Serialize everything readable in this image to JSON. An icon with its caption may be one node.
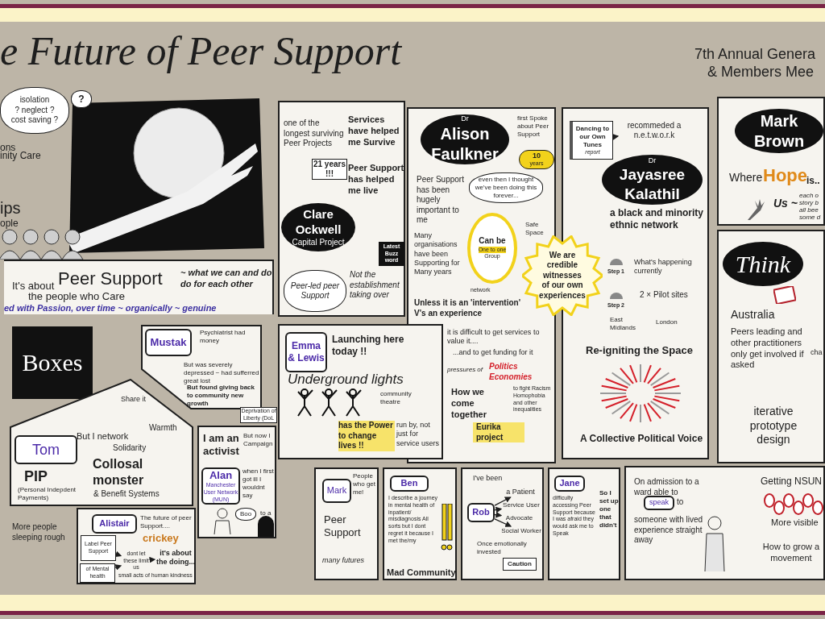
{
  "diagram": {
    "title": "e Future of Peer Support",
    "nodes": [
      {
        "text": [
          "isolation",
          "? neglect ?",
          "cost saving ?"
        ]
      },
      {
        "text": [
          "?"
        ]
      },
      {
        "text": [
          "It's about",
          "Peer Support",
          "~ what we can and do do for each other",
          "the people who Care",
          "ed with Passion, over time ~ organically ~ genuine"
        ]
      },
      {
        "text": [
          "one of the longest surviving Peer Projects",
          "Services have helped me Survive",
          "Peer Support has helped me live",
          "Not the establishment taking over"
        ]
      },
      {
        "text": [
          "21 years !!!"
        ],
        "in": 3
      },
      {
        "text": [
          "Clare Ockwell",
          "Capital Project"
        ],
        "in": 3
      },
      {
        "text": [
          "Latest Buzz word"
        ],
        "in": 3
      },
      {
        "text": [
          "Peer-led peer Support"
        ],
        "in": 3
      },
      {
        "text": [
          "Peer Support has been hugely important to me",
          "first Spoke about Peer Support",
          "Many organisations have been Supporting for Many years",
          "Safe Space",
          "network",
          "Unless it is an 'intervention' V's an experience",
          "it is difficult to get services to value it....",
          "...and to get funding for it",
          "pressures of",
          "Politics Economies",
          "How we come together",
          "to fight Racism Homophobia and other inequalities",
          "Eurika project"
        ]
      },
      {
        "text": [
          "Dr",
          "Alison Faulkner"
        ],
        "in": 8
      },
      {
        "text": [
          "10",
          "years"
        ],
        "in": 8
      },
      {
        "text": [
          "even then I thought we've been doing this forever..."
        ],
        "in": 8
      },
      {
        "text": [
          "Can be",
          "One to one",
          "Group"
        ],
        "in": 8
      },
      {
        "text": [
          "We are credible witnesses of our own experiences"
        ]
      },
      {
        "text": [
          "a black and minority ethnic network",
          "Step 1",
          "What's happening currently",
          "Step 2",
          "2 × Pilot sites",
          "East Midlands",
          "London",
          "Re-igniting the Space",
          "A Collective Political Voice"
        ]
      },
      {
        "text": [
          "Dancing to our Own Tunes",
          "report"
        ],
        "in": 14
      },
      {
        "text": [
          "recommeded a n.e.t.w.o.r.k"
        ],
        "in": 14
      },
      {
        "text": [
          "Dr",
          "Jayasree Kalathil"
        ],
        "in": 14
      },
      {
        "text": [
          "Where",
          "Hope",
          "is..",
          "Us ~",
          "each o story b all bee some d"
        ]
      },
      {
        "text": [
          "Mark Brown"
        ],
        "in": 18
      },
      {
        "text": [
          "Australia",
          "Peers leading and other practitioners only get involved if asked",
          "cha",
          "iterative prototype design"
        ]
      },
      {
        "text": [
          "Think"
        ],
        "in": 20
      },
      {
        "text": [
          "Boxes"
        ]
      },
      {
        "text": [
          "Psychiatrist had money",
          "But was severely depressed ~ had sufferred great lost",
          "But found giving back to community new growth"
        ]
      },
      {
        "text": [
          "Mustak"
        ],
        "in": 23
      },
      {
        "text": [
          "But I network",
          "Share it",
          "Warmth",
          "Solidarity",
          "Collosal monster",
          "PIP",
          "& Benefit Systems",
          "(Personal Indepdent Payments)"
        ]
      },
      {
        "text": [
          "Tom"
        ],
        "in": 25
      },
      {
        "text": [
          "Launching here today !!",
          "Underground lights",
          "community theatre",
          "has the Power to change lives !!",
          "run by, not just for service users"
        ]
      },
      {
        "text": [
          "Emma & Lewis"
        ],
        "in": 27
      },
      {
        "text": [
          "Deprivation of Liberty (DoL"
        ]
      },
      {
        "text": [
          "I am an activist",
          "But now I Campaign",
          "when I first got ill I wouldnt say",
          "to a"
        ]
      },
      {
        "text": [
          "Alan",
          "Manchester User Network (MUN)"
        ],
        "in": 30
      },
      {
        "text": [
          "Boo"
        ],
        "in": 30
      },
      {
        "text": [
          "The future of peer Support....",
          "crickey",
          "small acts of human kindness"
        ]
      },
      {
        "text": [
          "Alistair"
        ],
        "in": 33
      },
      {
        "text": [
          "Label Peer Support"
        ],
        "in": 33
      },
      {
        "text": [
          "of Mental health"
        ],
        "in": 33
      },
      {
        "text": [
          "dont let these limit us"
        ],
        "in": 33
      },
      {
        "text": [
          "it's about the doing..."
        ],
        "in": 33
      },
      {
        "text": [
          "People who get me!",
          "Peer Support",
          "many futures"
        ]
      },
      {
        "text": [
          "Mark"
        ],
        "in": 39
      },
      {
        "text": [
          "I describe a journey in mental health of inpatient/ misdiagnosis All sorts but I dont regret it because I met the/my",
          "Mad Community"
        ]
      },
      {
        "text": [
          "Ben"
        ],
        "in": 41
      },
      {
        "text": [
          "I've been",
          "Once emotionally invested"
        ]
      },
      {
        "text": [
          "Rob"
        ],
        "in": 43
      },
      {
        "text": [
          "a Patient"
        ],
        "in": 43
      },
      {
        "text": [
          "Service User"
        ],
        "in": 43
      },
      {
        "text": [
          "Advocate"
        ],
        "in": 43
      },
      {
        "text": [
          "Social Worker"
        ],
        "in": 43
      },
      {
        "text": [
          "Caution"
        ],
        "in": 43
      },
      {
        "text": [
          "difficulty accessing Peer Support because I was afraid they would ask me to Speak",
          "So I set up one that didn't"
        ]
      },
      {
        "text": [
          "Jane"
        ],
        "in": 50
      },
      {
        "text": [
          "On admission to a ward able to",
          "to",
          "someone with lived experience straight away",
          "Getting NSUN",
          "More visible",
          "How to grow a movement"
        ]
      },
      {
        "text": [
          "speak"
        ],
        "in": 52
      }
    ],
    "edges": [
      {
        "from": 15,
        "to": 16,
        "arrow": "to"
      },
      {
        "from": 44,
        "to": 45,
        "arrow": "to"
      },
      {
        "from": 44,
        "to": 46,
        "arrow": "to"
      },
      {
        "from": 44,
        "to": 47,
        "arrow": "to"
      },
      {
        "from": 44,
        "to": 48,
        "arrow": "to"
      },
      {
        "from": 35,
        "to": 37,
        "arrow": "to",
        "style": "dashed"
      },
      {
        "from": 36,
        "to": 37,
        "arrow": "to",
        "style": "dashed"
      },
      {
        "from": 37,
        "to": 38,
        "arrow": "to",
        "style": "dashed"
      }
    ],
    "labels": [
      "7th Annual Genera",
      "& Members Mee",
      "ons",
      "inity Care",
      "ips",
      "ople",
      "More people sleeping rough"
    ]
  }
}
